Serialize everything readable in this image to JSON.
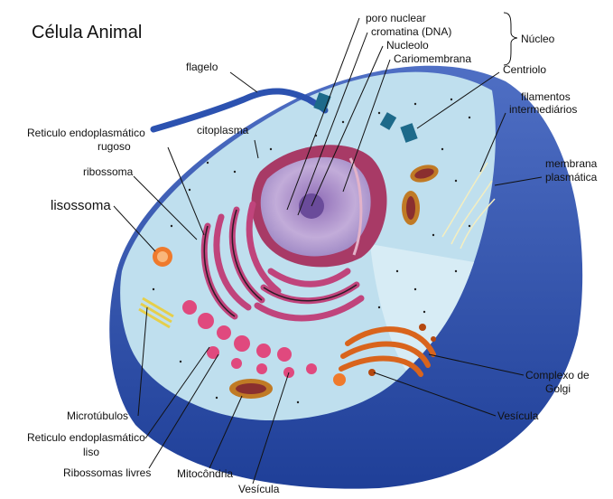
{
  "title": "Célula Animal",
  "labels": {
    "poro_nuclear": "poro nuclear",
    "cromatina": "cromatina (DNA)",
    "nucleolo": "Nucleolo",
    "cariomembrana": "Cariomembrana",
    "nucleo": "Núcleo",
    "flagelo": "flagelo",
    "centriolo": "Centriolo",
    "filamentos_1": "filamentos",
    "filamentos_2": "intermediários",
    "ret_rugoso_1": "Reticulo endoplasmático",
    "ret_rugoso_2": "rugoso",
    "citoplasma": "citoplasma",
    "ribossoma": "ribossoma",
    "membrana_1": "membrana",
    "membrana_2": "plasmática",
    "lisossoma": "lisossoma",
    "golgi_1": "Complexo de",
    "golgi_2": "Golgi",
    "vesicula_right": "Vesícula",
    "microtubulos": "Microtúbulos",
    "ret_liso_1": "Reticulo endoplasmático",
    "ret_liso_2": "liso",
    "ribossomas_livres": "Ribossomas livres",
    "mitocondria": "Mitocôndria",
    "vesicula_bottom": "Vesícula"
  },
  "colors": {
    "membrane": "#2f4fa8",
    "cytoplasm": "#b9dcec",
    "nucleus": "#a83a66",
    "nucleoplasm": "#b9a2d6",
    "reticulum": "#c0447c",
    "golgi": "#d9641c",
    "mitochondria": "#c07a25",
    "lysosome": "#ef7a2c",
    "centriole": "#1d6a8a"
  }
}
